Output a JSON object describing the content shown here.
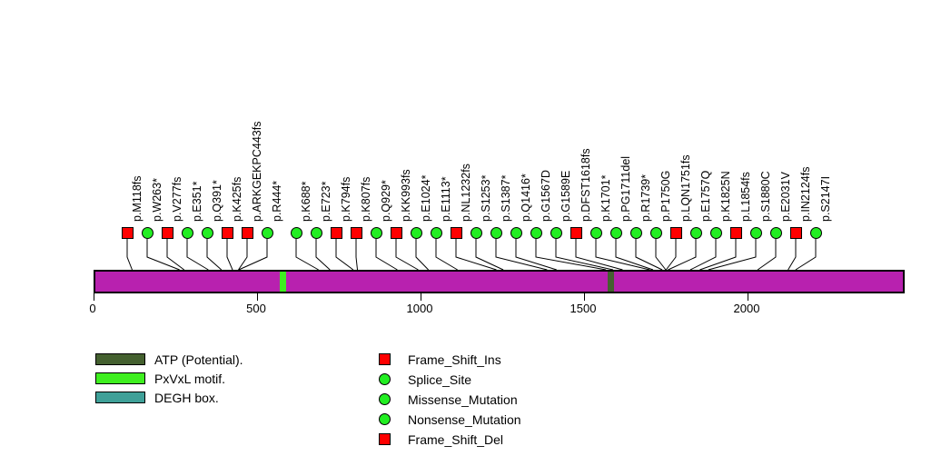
{
  "chart_data": {
    "type": "lollipop",
    "title": "",
    "xlabel": "",
    "ylabel": "",
    "xlim": [
      0,
      2480
    ],
    "protein_length": 2480,
    "axis_ticks": [
      0,
      500,
      1000,
      1500,
      2000
    ],
    "axis_tick_labels": [
      "0",
      "500",
      "1000",
      "1500",
      "2000"
    ],
    "backbone_color": "#B821AF",
    "domains": [
      {
        "name": "PxVxL motif.",
        "start": 570,
        "end": 590,
        "color": "#3FEF20"
      },
      {
        "name": "ATP (Potential).",
        "start": 1572,
        "end": 1592,
        "color": "#44602F"
      }
    ],
    "mutations": [
      {
        "label": "p.M118fs",
        "position": 118,
        "shape": "square",
        "color": "#FF0000",
        "type": "Frame_Shift_Ins"
      },
      {
        "label": "p.W263*",
        "position": 263,
        "shape": "circle",
        "color": "#22EE22",
        "type": "Nonsense_Mutation"
      },
      {
        "label": "p.V277fs",
        "position": 277,
        "shape": "square",
        "color": "#FF0000",
        "type": "Frame_Shift_Del"
      },
      {
        "label": "p.E351*",
        "position": 351,
        "shape": "circle",
        "color": "#22EE22",
        "type": "Nonsense_Mutation"
      },
      {
        "label": "p.Q391*",
        "position": 391,
        "shape": "circle",
        "color": "#22EE22",
        "type": "Nonsense_Mutation"
      },
      {
        "label": "p.K425fs",
        "position": 425,
        "shape": "square",
        "color": "#FF0000",
        "type": "Frame_Shift_Del"
      },
      {
        "label": "p.ARKGEKPC443fs",
        "position": 443,
        "shape": "square",
        "color": "#FF0000",
        "type": "Frame_Shift_Ins"
      },
      {
        "label": "p.R444*",
        "position": 444,
        "shape": "circle",
        "color": "#22EE22",
        "type": "Nonsense_Mutation"
      },
      {
        "label": "p.K688*",
        "position": 688,
        "shape": "circle",
        "color": "#22EE22",
        "type": "Nonsense_Mutation"
      },
      {
        "label": "p.E723*",
        "position": 723,
        "shape": "circle",
        "color": "#22EE22",
        "type": "Nonsense_Mutation"
      },
      {
        "label": "p.K794fs",
        "position": 794,
        "shape": "square",
        "color": "#FF0000",
        "type": "Frame_Shift_Del"
      },
      {
        "label": "p.K807fs",
        "position": 807,
        "shape": "square",
        "color": "#FF0000",
        "type": "Frame_Shift_Del"
      },
      {
        "label": "p.Q929*",
        "position": 929,
        "shape": "circle",
        "color": "#22EE22",
        "type": "Nonsense_Mutation"
      },
      {
        "label": "p.KK993fs",
        "position": 993,
        "shape": "square",
        "color": "#FF0000",
        "type": "Frame_Shift_Ins"
      },
      {
        "label": "p.E1024*",
        "position": 1024,
        "shape": "circle",
        "color": "#22EE22",
        "type": "Nonsense_Mutation"
      },
      {
        "label": "p.E1113*",
        "position": 1113,
        "shape": "circle",
        "color": "#22EE22",
        "type": "Nonsense_Mutation"
      },
      {
        "label": "p.NL1232fs",
        "position": 1232,
        "shape": "square",
        "color": "#FF0000",
        "type": "Frame_Shift_Del"
      },
      {
        "label": "p.S1253*",
        "position": 1253,
        "shape": "circle",
        "color": "#22EE22",
        "type": "Nonsense_Mutation"
      },
      {
        "label": "p.S1387*",
        "position": 1387,
        "shape": "circle",
        "color": "#22EE22",
        "type": "Nonsense_Mutation"
      },
      {
        "label": "p.Q1416*",
        "position": 1416,
        "shape": "circle",
        "color": "#22EE22",
        "type": "Nonsense_Mutation"
      },
      {
        "label": "p.G1567D",
        "position": 1567,
        "shape": "circle",
        "color": "#22EE22",
        "type": "Missense_Mutation"
      },
      {
        "label": "p.G1589E",
        "position": 1589,
        "shape": "circle",
        "color": "#22EE22",
        "type": "Missense_Mutation"
      },
      {
        "label": "p.DFST1618fs",
        "position": 1618,
        "shape": "square",
        "color": "#FF0000",
        "type": "Frame_Shift_Del"
      },
      {
        "label": "p.K1701*",
        "position": 1701,
        "shape": "circle",
        "color": "#22EE22",
        "type": "Nonsense_Mutation"
      },
      {
        "label": "p.PG1711del",
        "position": 1711,
        "shape": "circle",
        "color": "#22EE22",
        "type": "Splice_Site"
      },
      {
        "label": "p.R1739*",
        "position": 1739,
        "shape": "circle",
        "color": "#22EE22",
        "type": "Nonsense_Mutation"
      },
      {
        "label": "p.P1750G",
        "position": 1750,
        "shape": "circle",
        "color": "#22EE22",
        "type": "Missense_Mutation"
      },
      {
        "label": "p.LQN1751fs",
        "position": 1751,
        "shape": "square",
        "color": "#FF0000",
        "type": "Frame_Shift_Ins"
      },
      {
        "label": "p.E1757Q",
        "position": 1757,
        "shape": "circle",
        "color": "#22EE22",
        "type": "Missense_Mutation"
      },
      {
        "label": "p.K1825N",
        "position": 1825,
        "shape": "circle",
        "color": "#22EE22",
        "type": "Missense_Mutation"
      },
      {
        "label": "p.L1854fs",
        "position": 1854,
        "shape": "square",
        "color": "#FF0000",
        "type": "Frame_Shift_Del"
      },
      {
        "label": "p.S1880C",
        "position": 1880,
        "shape": "circle",
        "color": "#22EE22",
        "type": "Missense_Mutation"
      },
      {
        "label": "p.E2031V",
        "position": 2031,
        "shape": "circle",
        "color": "#22EE22",
        "type": "Missense_Mutation"
      },
      {
        "label": "p.IN2124fs",
        "position": 2124,
        "shape": "square",
        "color": "#FF0000",
        "type": "Frame_Shift_Ins"
      },
      {
        "label": "p.S2147I",
        "position": 2147,
        "shape": "circle",
        "color": "#22EE22",
        "type": "Missense_Mutation"
      }
    ],
    "legend_domains": [
      {
        "label": "ATP (Potential).",
        "color": "#44602F"
      },
      {
        "label": "PxVxL motif.",
        "color": "#3FEF20"
      },
      {
        "label": "DEGH box.",
        "color": "#3FA098"
      }
    ],
    "legend_mutations": [
      {
        "label": "Frame_Shift_Ins",
        "shape": "square",
        "color": "#FF0000"
      },
      {
        "label": "Splice_Site",
        "shape": "circle",
        "color": "#22EE22"
      },
      {
        "label": "Missense_Mutation",
        "shape": "circle",
        "color": "#22EE22"
      },
      {
        "label": "Nonsense_Mutation",
        "shape": "circle",
        "color": "#22EE22"
      },
      {
        "label": "Frame_Shift_Del",
        "shape": "square",
        "color": "#FF0000"
      }
    ]
  }
}
